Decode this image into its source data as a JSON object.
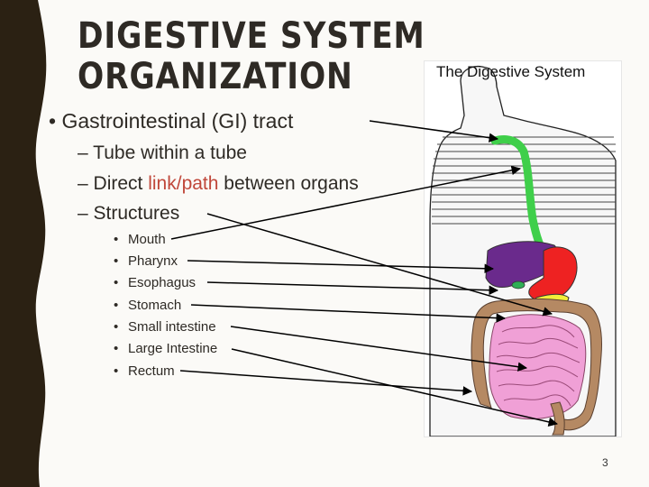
{
  "slide": {
    "title_lines": [
      "DIGESTIVE SYSTEM",
      "ORGANIZATION"
    ],
    "bullet_main": "Gastrointestinal (GI) tract",
    "sub_items": [
      {
        "dash": "–",
        "text": "Tube within a tube"
      },
      {
        "dash": "–",
        "prefix": "Direct ",
        "highlight": "link/path",
        "suffix": " between organs"
      },
      {
        "dash": "–",
        "text": "Structures"
      }
    ],
    "structures": [
      "Mouth",
      "Pharynx",
      "Esophagus",
      "Stomach",
      "Small intestine",
      "Large Intestine",
      "Rectum"
    ],
    "page_number": "3"
  },
  "figure": {
    "title": "The Digestive System"
  },
  "colors": {
    "band": "#2b2113",
    "text": "#2e2a25",
    "highlight": "#c0473a",
    "esophagus": "#3fcf4a",
    "liver": "#6a2a8c",
    "stomach": "#ee2222",
    "pancreas": "#f2ee3a",
    "large_intestine": "#b58963",
    "small_intestine": "#f0a0d6",
    "gallbladder": "#2fae55"
  }
}
